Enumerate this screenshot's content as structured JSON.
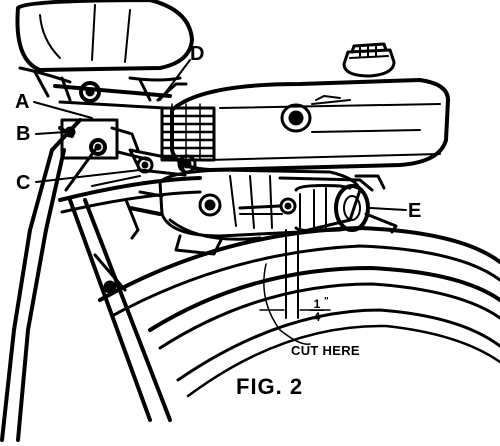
{
  "labels": {
    "a": "A",
    "b": "B",
    "c": "C",
    "d": "D",
    "e": "E"
  },
  "dimension": {
    "numerator": "1",
    "denominator": "4",
    "mark": "\""
  },
  "cut_note": "CUT HERE",
  "figure_caption": "FIG. 2",
  "colors": {
    "ink": "#000000",
    "paper": "#ffffff"
  }
}
